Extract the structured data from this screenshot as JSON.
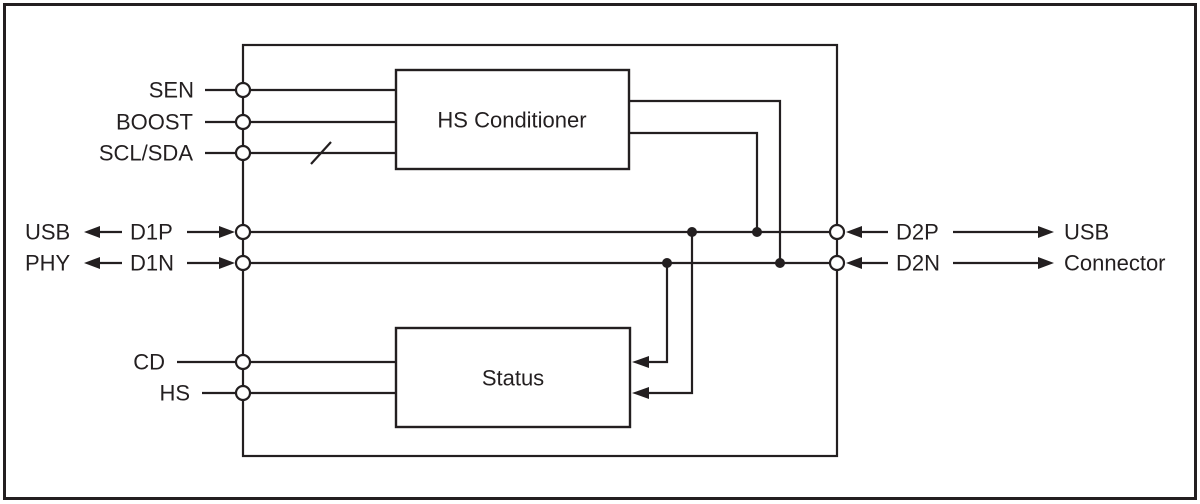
{
  "blocks": {
    "hs_conditioner": "HS Conditioner",
    "status": "Status"
  },
  "left_pins": {
    "sen": "SEN",
    "boost": "BOOST",
    "scl_sda": "SCL/SDA",
    "d1p": "D1P",
    "d1n": "D1N",
    "cd": "CD",
    "hs": "HS"
  },
  "left_external": {
    "line1": "USB",
    "line2": "PHY"
  },
  "right_pins": {
    "d2p": "D2P",
    "d2n": "D2N"
  },
  "right_external": {
    "line1": "USB",
    "line2": "Connector"
  },
  "colors": {
    "ink": "#231f20",
    "background": "#ffffff"
  }
}
